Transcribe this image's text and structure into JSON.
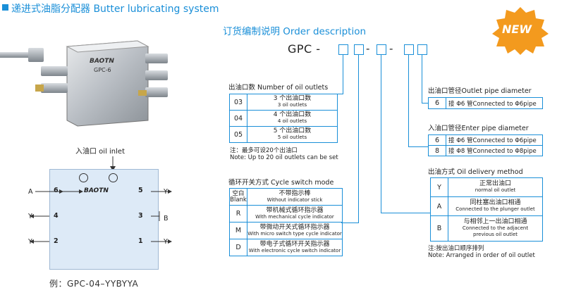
{
  "header": {
    "title": "递进式油脂分配器   Butter lubricating system"
  },
  "order": {
    "title": "订货编制说明 Order description",
    "prefix": "GPC -"
  },
  "badge": {
    "text": "NEW",
    "color": "#f39a1e"
  },
  "product": {
    "brand": "BAOTN",
    "model": "GPC-6"
  },
  "outlets": {
    "title": "出油口数 Number of oil outlets",
    "rows": [
      {
        "code": "03",
        "cn": "3 个出油口数",
        "en": "3 oil outlets"
      },
      {
        "code": "04",
        "cn": "4 个出油口数",
        "en": "4 oil outlets"
      },
      {
        "code": "05",
        "cn": "5 个出油口数",
        "en": "5 oil outlets"
      }
    ],
    "note_cn": "注：最多可设20个出油口",
    "note_en": "Note: Up to 20 oil outlets can be set"
  },
  "cycle": {
    "title": "循环开关方式 Cycle switch mode",
    "rows": [
      {
        "code": "空白\nBlank",
        "cn": "不带指示棒",
        "en": "Without indicator stick"
      },
      {
        "code": "R",
        "cn": "带机械式循环指示器",
        "en": "With mechanical cycle indicator"
      },
      {
        "code": "M",
        "cn": "带微动开关式循环指示器",
        "en": "With micro switch type cycle indicator"
      },
      {
        "code": "D",
        "cn": "带电子式循环开关指示器",
        "en": "With electronic cycle switch indicator"
      }
    ]
  },
  "outlet_pipe": {
    "title": "出油口管径Outlet pipe diameter",
    "rows": [
      {
        "code": "6",
        "desc": "接 Φ6 管Connected to Φ6pipe"
      }
    ]
  },
  "enter_pipe": {
    "title": "入油口管径Enter pipe diameter",
    "rows": [
      {
        "code": "6",
        "desc": "接 Φ6 管Connected to Φ6pipe"
      },
      {
        "code": "8",
        "desc": "接 Φ8 管Connected to Φ8pipe"
      }
    ]
  },
  "delivery": {
    "title": "出油方式 Oil delivery method",
    "rows": [
      {
        "code": "Y",
        "cn": "正常出油口",
        "en": "normal oil outlet"
      },
      {
        "code": "A",
        "cn": "同柱塞出油口相通",
        "en": "Connected to the plunger outlet"
      },
      {
        "code": "B",
        "cn": "与相邻上一出油口相通",
        "en": "Connected to the adjacent previous oil outlet"
      }
    ],
    "note_cn": "注:按出油口顺序排列",
    "note_en": "Note: Arranged in order of oil outlet"
  },
  "diagram": {
    "inlet_label": "入油口 oil inlet",
    "brand": "BAOTN",
    "ports": {
      "p6": "6",
      "p5": "5",
      "p4": "4",
      "p3": "3",
      "p2": "2",
      "p1": "1"
    },
    "letters": {
      "a": "A",
      "y": "Y",
      "b": "B"
    },
    "example": "例：GPC-04–YYBYYA"
  }
}
